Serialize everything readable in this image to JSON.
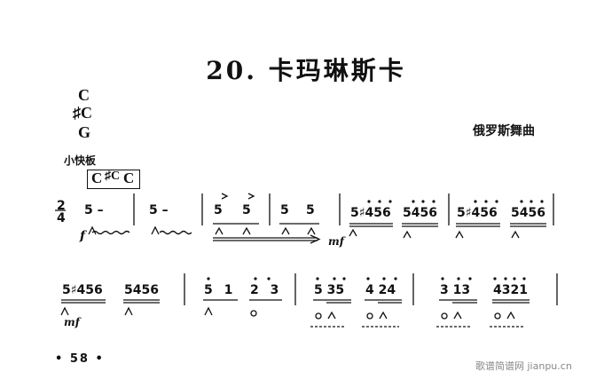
{
  "title": "20. 卡玛琳斯卡",
  "tunings": [
    "C",
    "♯C",
    "G"
  ],
  "origin": "俄罗斯舞曲",
  "tempo": "小快板",
  "chord_box": [
    "C",
    "♯C",
    "C"
  ],
  "time_signature": {
    "top": "2",
    "bottom": "4"
  },
  "system1": {
    "m1": "5 –",
    "m2": "5 –",
    "m3a": "5",
    "m3b": "5",
    "m4a": "5",
    "m4b": "5",
    "m5a": "5♯456",
    "m5b": "5456",
    "m6a": "5♯456",
    "m6b": "5456",
    "dyn_f": "f",
    "dyn_mf": "mf"
  },
  "system2": {
    "m1a": "5♯456",
    "m1b": "5456",
    "m2a": "5 1",
    "m2b": "2 3",
    "m3a": "5 35",
    "m3b": "4 24",
    "m4a": "3 13",
    "m4b": "4321",
    "dyn_mf": "mf"
  },
  "page_number": "• 58 •",
  "watermark": "歌谱简谱网 jianpu.cn"
}
